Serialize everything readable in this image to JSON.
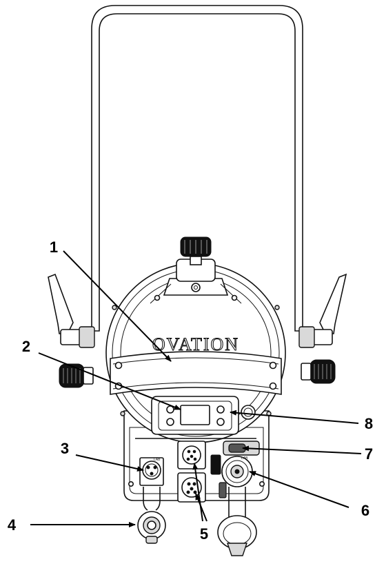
{
  "brand_text": "OVATION",
  "callouts": [
    {
      "label": "1"
    },
    {
      "label": "2"
    },
    {
      "label": "3"
    },
    {
      "label": "4"
    },
    {
      "label": "5"
    },
    {
      "label": "6"
    },
    {
      "label": "7"
    },
    {
      "label": "8"
    }
  ]
}
